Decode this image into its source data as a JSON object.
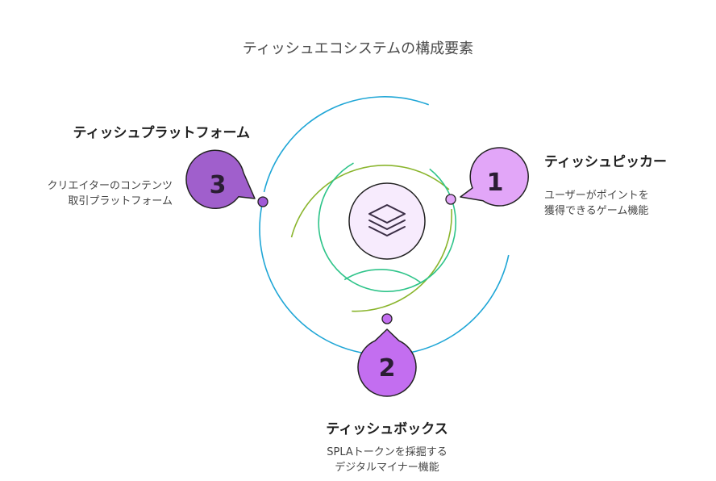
{
  "title": "ティッシュエコシステムの構成要素",
  "colors": {
    "outer_ring": "#1fa6d6",
    "middle_ring": "#8ab52d",
    "inner_ring": "#2fc48a",
    "center_fill": "#f7ebfd",
    "icon_stroke": "#3a2d45",
    "node_dot": "#a05ad6",
    "bubble1": "#e2a6f8",
    "bubble2": "#c36ef0",
    "bubble3": "#a05fcc",
    "outline": "#222222"
  },
  "center_icon": "layers-icon",
  "items": [
    {
      "number": "1",
      "heading": "ティッシュピッカー",
      "desc_lines": [
        "ユーザーがポイントを",
        "獲得できるゲーム機能"
      ]
    },
    {
      "number": "2",
      "heading": "ティッシュボックス",
      "desc_lines": [
        "SPLAトークンを採掘する",
        "デジタルマイナー機能"
      ]
    },
    {
      "number": "3",
      "heading": "ティッシュプラットフォーム",
      "desc_lines": [
        "クリエイターのコンテンツ",
        "取引プラットフォーム"
      ]
    }
  ]
}
